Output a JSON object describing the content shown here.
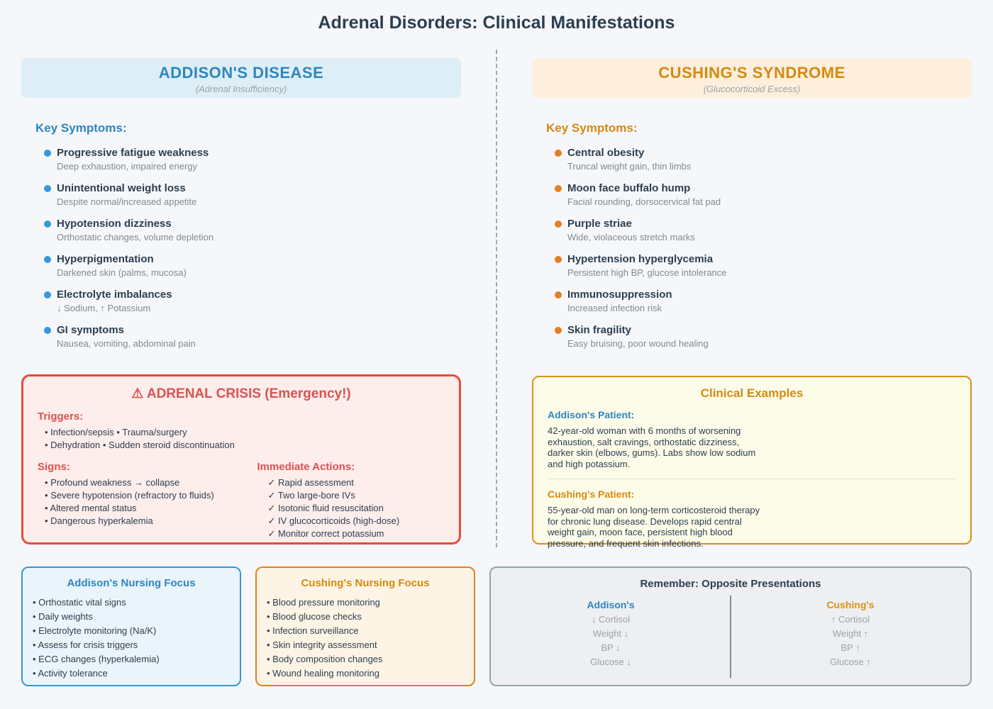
{
  "page": {
    "title": "Adrenal Disorders: Clinical Manifestations"
  },
  "colors": {
    "background": "#F5F7FA",
    "addison_blue": "#2E86C1",
    "addison_bullet": "#3498DB",
    "addison_header_bg": "#DEEEF6",
    "cushing_orange": "#D68910",
    "cushing_bullet": "#E67E22",
    "cushing_header_bg": "#FDEFDC",
    "crisis_red": "#E74C3C",
    "crisis_bg": "#FDEDEB",
    "examples_bg": "#FDFCE8",
    "examples_border": "#D49117",
    "dark_text": "#2C3E50",
    "muted_text": "#7F8C8D"
  },
  "addison_panel": {
    "title": "ADDISON'S DISEASE",
    "subtitle": "(Adrenal Insufficiency)",
    "symptoms_heading": "Key Symptoms:",
    "symptoms": [
      {
        "title": "Progressive fatigue weakness",
        "desc": "Deep exhaustion, impaired energy"
      },
      {
        "title": "Unintentional weight loss",
        "desc": "Despite normal/increased appetite"
      },
      {
        "title": "Hypotension dizziness",
        "desc": "Orthostatic changes, volume depletion"
      },
      {
        "title": "Hyperpigmentation",
        "desc": "Darkened skin (palms, mucosa)"
      },
      {
        "title": "Electrolyte imbalances",
        "desc": "↓ Sodium, ↑ Potassium"
      },
      {
        "title": "GI symptoms",
        "desc": "Nausea, vomiting, abdominal pain"
      }
    ]
  },
  "cushing_panel": {
    "title": "CUSHING'S SYNDROME",
    "subtitle": "(Glucocorticoid Excess)",
    "symptoms_heading": "Key Symptoms:",
    "symptoms": [
      {
        "title": "Central obesity",
        "desc": "Truncal weight gain, thin limbs"
      },
      {
        "title": "Moon face buffalo hump",
        "desc": "Facial rounding, dorsocervical fat pad"
      },
      {
        "title": "Purple striae",
        "desc": "Wide, violaceous stretch marks"
      },
      {
        "title": "Hypertension hyperglycemia",
        "desc": "Persistent high BP, glucose intolerance"
      },
      {
        "title": "Immunosuppression",
        "desc": "Increased infection risk"
      },
      {
        "title": "Skin fragility",
        "desc": "Easy bruising, poor wound healing"
      }
    ]
  },
  "crisis_box": {
    "warning_icon": "⚠",
    "title": "ADRENAL CRISIS (Emergency!)",
    "triggers_heading": "Triggers:",
    "triggers": [
      "• Infection/sepsis • Trauma/surgery",
      "• Dehydration • Sudden steroid discontinuation"
    ],
    "signs_heading": "Signs:",
    "signs": [
      "• Profound weakness → collapse",
      "• Severe hypotension (refractory to fluids)",
      "• Altered mental status",
      "• Dangerous hyperkalemia"
    ],
    "actions_heading": "Immediate Actions:",
    "actions": [
      "✓ Rapid assessment",
      "✓ Two large-bore IVs",
      "✓ Isotonic fluid resuscitation",
      "✓ IV glucocorticoids (high-dose)",
      "✓ Monitor correct potassium"
    ]
  },
  "examples_box": {
    "title": "Clinical Examples",
    "addison_label": "Addison's Patient:",
    "addison_text": "42-year-old woman with 6 months of worsening exhaustion, salt cravings, orthostatic dizziness, darker skin (elbows, gums). Labs show low sodium and high potassium.",
    "cushing_label": "Cushing's Patient:",
    "cushing_text": "55-year-old man on long-term corticosteroid therapy for chronic lung disease. Develops rapid central weight gain, moon face, persistent high blood pressure, and frequent skin infections."
  },
  "addison_nursing": {
    "title": "Addison's Nursing Focus",
    "items": [
      "• Orthostatic vital signs",
      "• Daily weights",
      "• Electrolyte monitoring (Na/K)",
      "• Assess for crisis triggers",
      "• ECG changes (hyperkalemia)",
      "• Activity tolerance"
    ]
  },
  "cushing_nursing": {
    "title": "Cushing's Nursing Focus",
    "items": [
      "• Blood pressure monitoring",
      "• Blood glucose checks",
      "• Infection surveillance",
      "• Skin integrity assessment",
      "• Body composition changes",
      "• Wound healing monitoring"
    ]
  },
  "remember_box": {
    "title": "Remember: Opposite Presentations",
    "addison_heading": "Addison's",
    "addison_items": [
      "↓ Cortisol",
      "Weight ↓",
      "BP ↓",
      "Glucose ↓"
    ],
    "cushing_heading": "Cushing's",
    "cushing_items": [
      "↑ Cortisol",
      "Weight ↑",
      "BP ↑",
      "Glucose ↑"
    ]
  }
}
